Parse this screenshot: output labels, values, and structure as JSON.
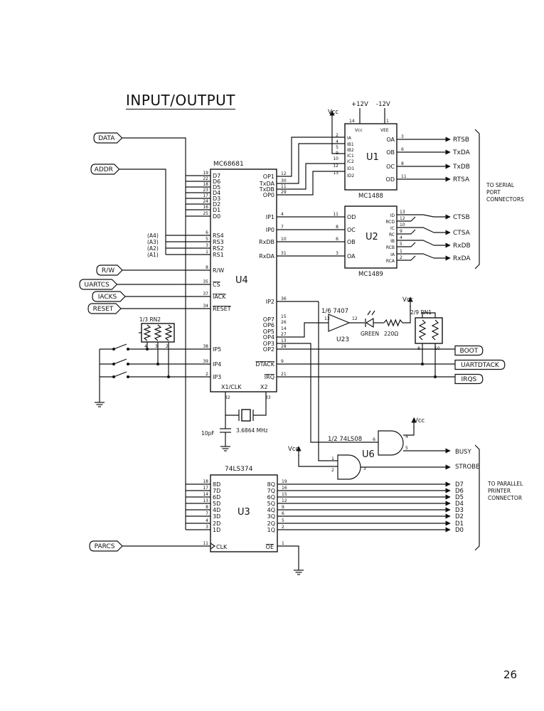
{
  "title": "INPUT/OUTPUT",
  "page_number": "26",
  "inputs": [
    "DATA",
    "ADDR",
    "R/W",
    "UARTCS",
    "IACKS",
    "RESET",
    "PARCS"
  ],
  "address_labels": [
    "(A4)",
    "(A3)",
    "(A2)",
    "(A1)"
  ],
  "u4": {
    "part": "MC68681",
    "ref": "U4",
    "left_pins": [
      {
        "num": "19",
        "name": "D7"
      },
      {
        "num": "22",
        "name": "D6"
      },
      {
        "num": "18",
        "name": "D5"
      },
      {
        "num": "23",
        "name": "D4"
      },
      {
        "num": "17",
        "name": "D3"
      },
      {
        "num": "24",
        "name": "D2"
      },
      {
        "num": "16",
        "name": "D1"
      },
      {
        "num": "25",
        "name": "D0"
      },
      {
        "num": "6",
        "name": "RS4"
      },
      {
        "num": "5",
        "name": "RS3"
      },
      {
        "num": "3",
        "name": "RS2"
      },
      {
        "num": "1",
        "name": "RS1"
      },
      {
        "num": "8",
        "name": "R/W"
      },
      {
        "num": "35",
        "name": "CS"
      },
      {
        "num": "37",
        "name": "IACK"
      },
      {
        "num": "34",
        "name": "RESET"
      },
      {
        "num": "38",
        "name": "IP5"
      },
      {
        "num": "39",
        "name": "IP4"
      },
      {
        "num": "2",
        "name": "IP3"
      }
    ],
    "right_pins": [
      {
        "num": "12",
        "name": "OP1"
      },
      {
        "num": "30",
        "name": "TxDA"
      },
      {
        "num": "11",
        "name": "TxDB"
      },
      {
        "num": "29",
        "name": "OP0"
      },
      {
        "num": "4",
        "name": "IP1"
      },
      {
        "num": "7",
        "name": "IP0"
      },
      {
        "num": "10",
        "name": "RxDB"
      },
      {
        "num": "31",
        "name": "RxDA"
      },
      {
        "num": "36",
        "name": "IP2"
      },
      {
        "num": "15",
        "name": "OP7"
      },
      {
        "num": "26",
        "name": "OP6"
      },
      {
        "num": "14",
        "name": "OP5"
      },
      {
        "num": "27",
        "name": "OP4"
      },
      {
        "num": "13",
        "name": "OP3"
      },
      {
        "num": "28",
        "name": "OP2"
      },
      {
        "num": "9",
        "name": "DTACK"
      },
      {
        "num": "21",
        "name": "IRQ"
      }
    ],
    "bottom_pins": [
      {
        "num": "32",
        "name": "X1/CLK"
      },
      {
        "num": "33",
        "name": "X2"
      }
    ]
  },
  "u1": {
    "part": "MC1488",
    "ref": "U1",
    "top_pins": [
      {
        "num": "14",
        "name": "VCC"
      },
      {
        "num": "1",
        "name": "VEE"
      }
    ],
    "supply": [
      "Vcc",
      "+12V",
      "-12V"
    ],
    "left_pins": [
      {
        "num": "2",
        "name": "IA"
      },
      {
        "num": "4",
        "name": "IB1"
      },
      {
        "num": "5",
        "name": "IB2"
      },
      {
        "num": "9",
        "name": "IC1"
      },
      {
        "num": "10",
        "name": "IC2"
      },
      {
        "num": "12",
        "name": "ID1"
      },
      {
        "num": "13",
        "name": "ID2"
      }
    ],
    "right_pins": [
      {
        "num": "3",
        "name": "OA"
      },
      {
        "num": "6",
        "name": "OB"
      },
      {
        "num": "8",
        "name": "OC"
      },
      {
        "num": "11",
        "name": "OD"
      }
    ],
    "signals": [
      "RTSB",
      "TxDA",
      "TxDB",
      "RTSA"
    ]
  },
  "u2": {
    "part": "MC1489",
    "ref": "U2",
    "left_pins": [
      {
        "num": "11",
        "name": "OD"
      },
      {
        "num": "8",
        "name": "OC"
      },
      {
        "num": "6",
        "name": "OB"
      },
      {
        "num": "3",
        "name": "OA"
      }
    ],
    "right_pins": [
      {
        "num": "13",
        "name": "ID"
      },
      {
        "num": "12",
        "name": "RCD"
      },
      {
        "num": "10",
        "name": "IC"
      },
      {
        "num": "9",
        "name": "RC"
      },
      {
        "num": "4",
        "name": "IB"
      },
      {
        "num": "5",
        "name": "RCB"
      },
      {
        "num": "1",
        "name": "IA"
      },
      {
        "num": "2",
        "name": "RCA"
      }
    ],
    "signals": [
      "CTSB",
      "CTSA",
      "RxDB",
      "RxDA"
    ]
  },
  "serial_note": [
    "TO SERIAL",
    "PORT",
    "CONNECTORS"
  ],
  "u23": {
    "part": "1/6 7407",
    "ref": "U23",
    "pins": [
      "13",
      "12"
    ]
  },
  "led": {
    "color": "GREEN",
    "resistor": "220Ω"
  },
  "rn1": {
    "label": "2/9 RN1",
    "vcc": "Vcc",
    "pins": [
      "8",
      "10"
    ]
  },
  "rn2": {
    "label": "1/3 RN2",
    "pins": [
      "4",
      "3",
      "2"
    ]
  },
  "out_signals": [
    "BOOT",
    "UARTDTACK",
    "IRQS"
  ],
  "crystal": {
    "freq": "3.6864 MHz",
    "cap": "10pF"
  },
  "u6": {
    "part": "1/2 74LS08",
    "ref": "U6",
    "vcc": "Vcc",
    "pins": [
      "4",
      "6",
      "5",
      "1",
      "2",
      "3"
    ],
    "signals": [
      "BUSY",
      "STROBE"
    ]
  },
  "u3": {
    "part": "74LS374",
    "ref": "U3",
    "left_pins": [
      {
        "num": "18",
        "name": "8D"
      },
      {
        "num": "17",
        "name": "7D"
      },
      {
        "num": "14",
        "name": "6D"
      },
      {
        "num": "13",
        "name": "5D"
      },
      {
        "num": "8",
        "name": "4D"
      },
      {
        "num": "7",
        "name": "3D"
      },
      {
        "num": "4",
        "name": "2D"
      },
      {
        "num": "3",
        "name": "1D"
      }
    ],
    "right_pins": [
      {
        "num": "19",
        "name": "8Q"
      },
      {
        "num": "16",
        "name": "7Q"
      },
      {
        "num": "15",
        "name": "6Q"
      },
      {
        "num": "12",
        "name": "5Q"
      },
      {
        "num": "9",
        "name": "4Q"
      },
      {
        "num": "6",
        "name": "3Q"
      },
      {
        "num": "5",
        "name": "2Q"
      },
      {
        "num": "2",
        "name": "1Q"
      }
    ],
    "clk_pin": {
      "num": "11",
      "name": "CLK"
    },
    "oe_pin": {
      "num": "1",
      "name": "OE"
    },
    "outputs": [
      "D7",
      "D6",
      "D5",
      "D4",
      "D3",
      "D2",
      "D1",
      "D0"
    ]
  },
  "parallel_note": [
    "TO PARALLEL",
    "PRINTER",
    "CONNECTOR"
  ]
}
